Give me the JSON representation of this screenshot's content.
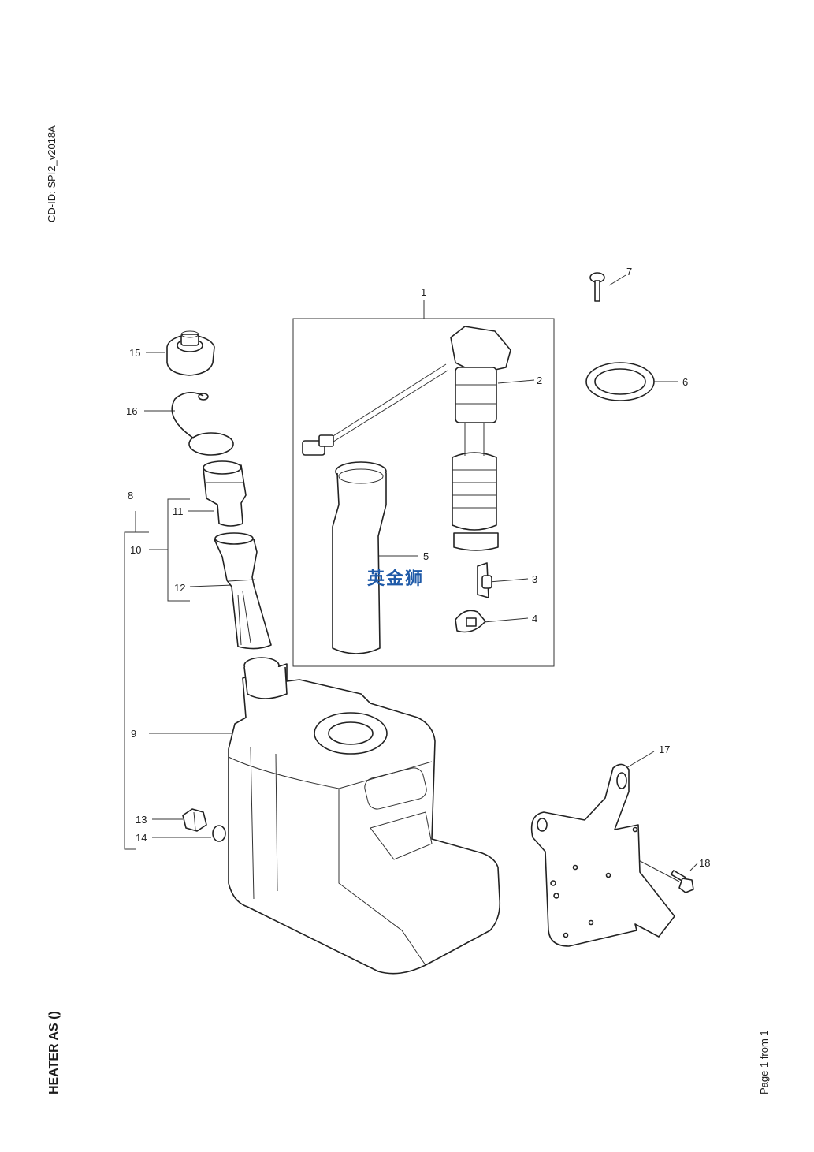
{
  "header": {
    "cd_id": "CD-ID: SPI2_v2018A"
  },
  "footer": {
    "title": "HEATER AS ()",
    "page": "Page 1 from 1"
  },
  "watermark": {
    "text": "英金狮"
  },
  "callouts": {
    "c1": "1",
    "c2": "2",
    "c3": "3",
    "c4": "4",
    "c5": "5",
    "c6": "6",
    "c7": "7",
    "c8": "8",
    "c9": "9",
    "c10": "10",
    "c11": "11",
    "c12": "12",
    "c13": "13",
    "c14": "14",
    "c15": "15",
    "c16": "16",
    "c17": "17",
    "c18": "18"
  }
}
